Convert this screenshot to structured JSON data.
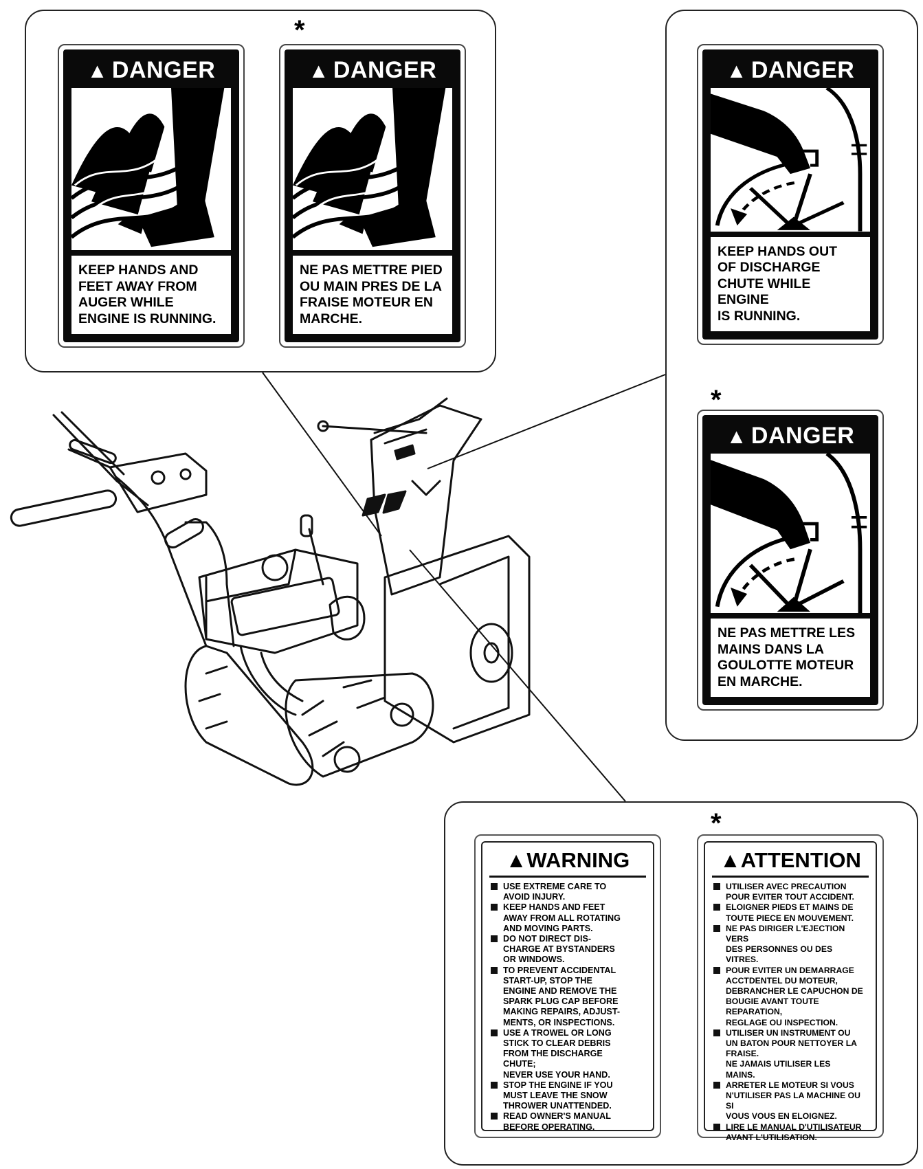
{
  "asterisk": "*",
  "danger_decals": [
    {
      "title": "DANGER",
      "text": "KEEP HANDS AND\nFEET AWAY FROM\nAUGER WHILE\nENGINE IS RUNNING."
    },
    {
      "title": "DANGER",
      "text": "NE PAS METTRE PIED\nOU MAIN PRES DE LA\nFRAISE MOTEUR EN\nMARCHE."
    },
    {
      "title": "DANGER",
      "text": "KEEP HANDS OUT\nOF DISCHARGE\nCHUTE WHILE ENGINE\nIS RUNNING."
    },
    {
      "title": "DANGER",
      "text": "NE PAS METTRE LES\nMAINS DANS LA\nGOULOTTE MOTEUR\nEN MARCHE."
    }
  ],
  "warning_decal": {
    "title": "WARNING",
    "items": [
      "USE EXTREME CARE TO\nAVOID INJURY.",
      "KEEP HANDS AND FEET\nAWAY FROM ALL ROTATING\nAND MOVING PARTS.",
      "DO NOT DIRECT DIS-\nCHARGE AT BYSTANDERS\nOR WINDOWS.",
      "TO PREVENT ACCIDENTAL\nSTART-UP, STOP THE\nENGINE AND REMOVE THE\nSPARK PLUG CAP BEFORE\nMAKING REPAIRS, ADJUST-\nMENTS, OR INSPECTIONS.",
      "USE A TROWEL OR LONG\nSTICK TO CLEAR DEBRIS\nFROM THE DISCHARGE\nCHUTE;\nNEVER USE YOUR HAND.",
      "STOP THE ENGINE IF YOU\nMUST LEAVE THE SNOW\nTHROWER UNATTENDED.",
      "READ OWNER'S MANUAL\nBEFORE OPERATING."
    ]
  },
  "attention_decal": {
    "title": "ATTENTION",
    "items": [
      "UTILISER AVEC PRECAUTION\nPOUR EVITER TOUT ACCIDENT.",
      "ELOIGNER PIEDS ET MAINS DE\nTOUTE PIECE EN MOUVEMENT.",
      "NE PAS DIRIGER L'EJECTION VERS\nDES PERSONNES OU DES\nVITRES.",
      "POUR EVITER UN DEMARRAGE\nACCTDENTEL DU  MOTEUR,\nDEBRANCHER LE CAPUCHON DE\nBOUGIE AVANT TOUTE REPARATION,\nREGLAGE OU INSPECTION.",
      "UTILISER UN INSTRUMENT OU\nUN BATON POUR NETTOYER LA\nFRAISE.\nNE JAMAIS UTILISER LES\nMAINS.",
      "ARRETER LE MOTEUR SI VOUS\nN'UTILISER PAS LA MACHINE OU SI\nVOUS VOUS EN ELOIGNEZ.",
      "LIRE LE MANUAL D'UTILISATEUR\nAVANT L'UTILISATION."
    ]
  }
}
